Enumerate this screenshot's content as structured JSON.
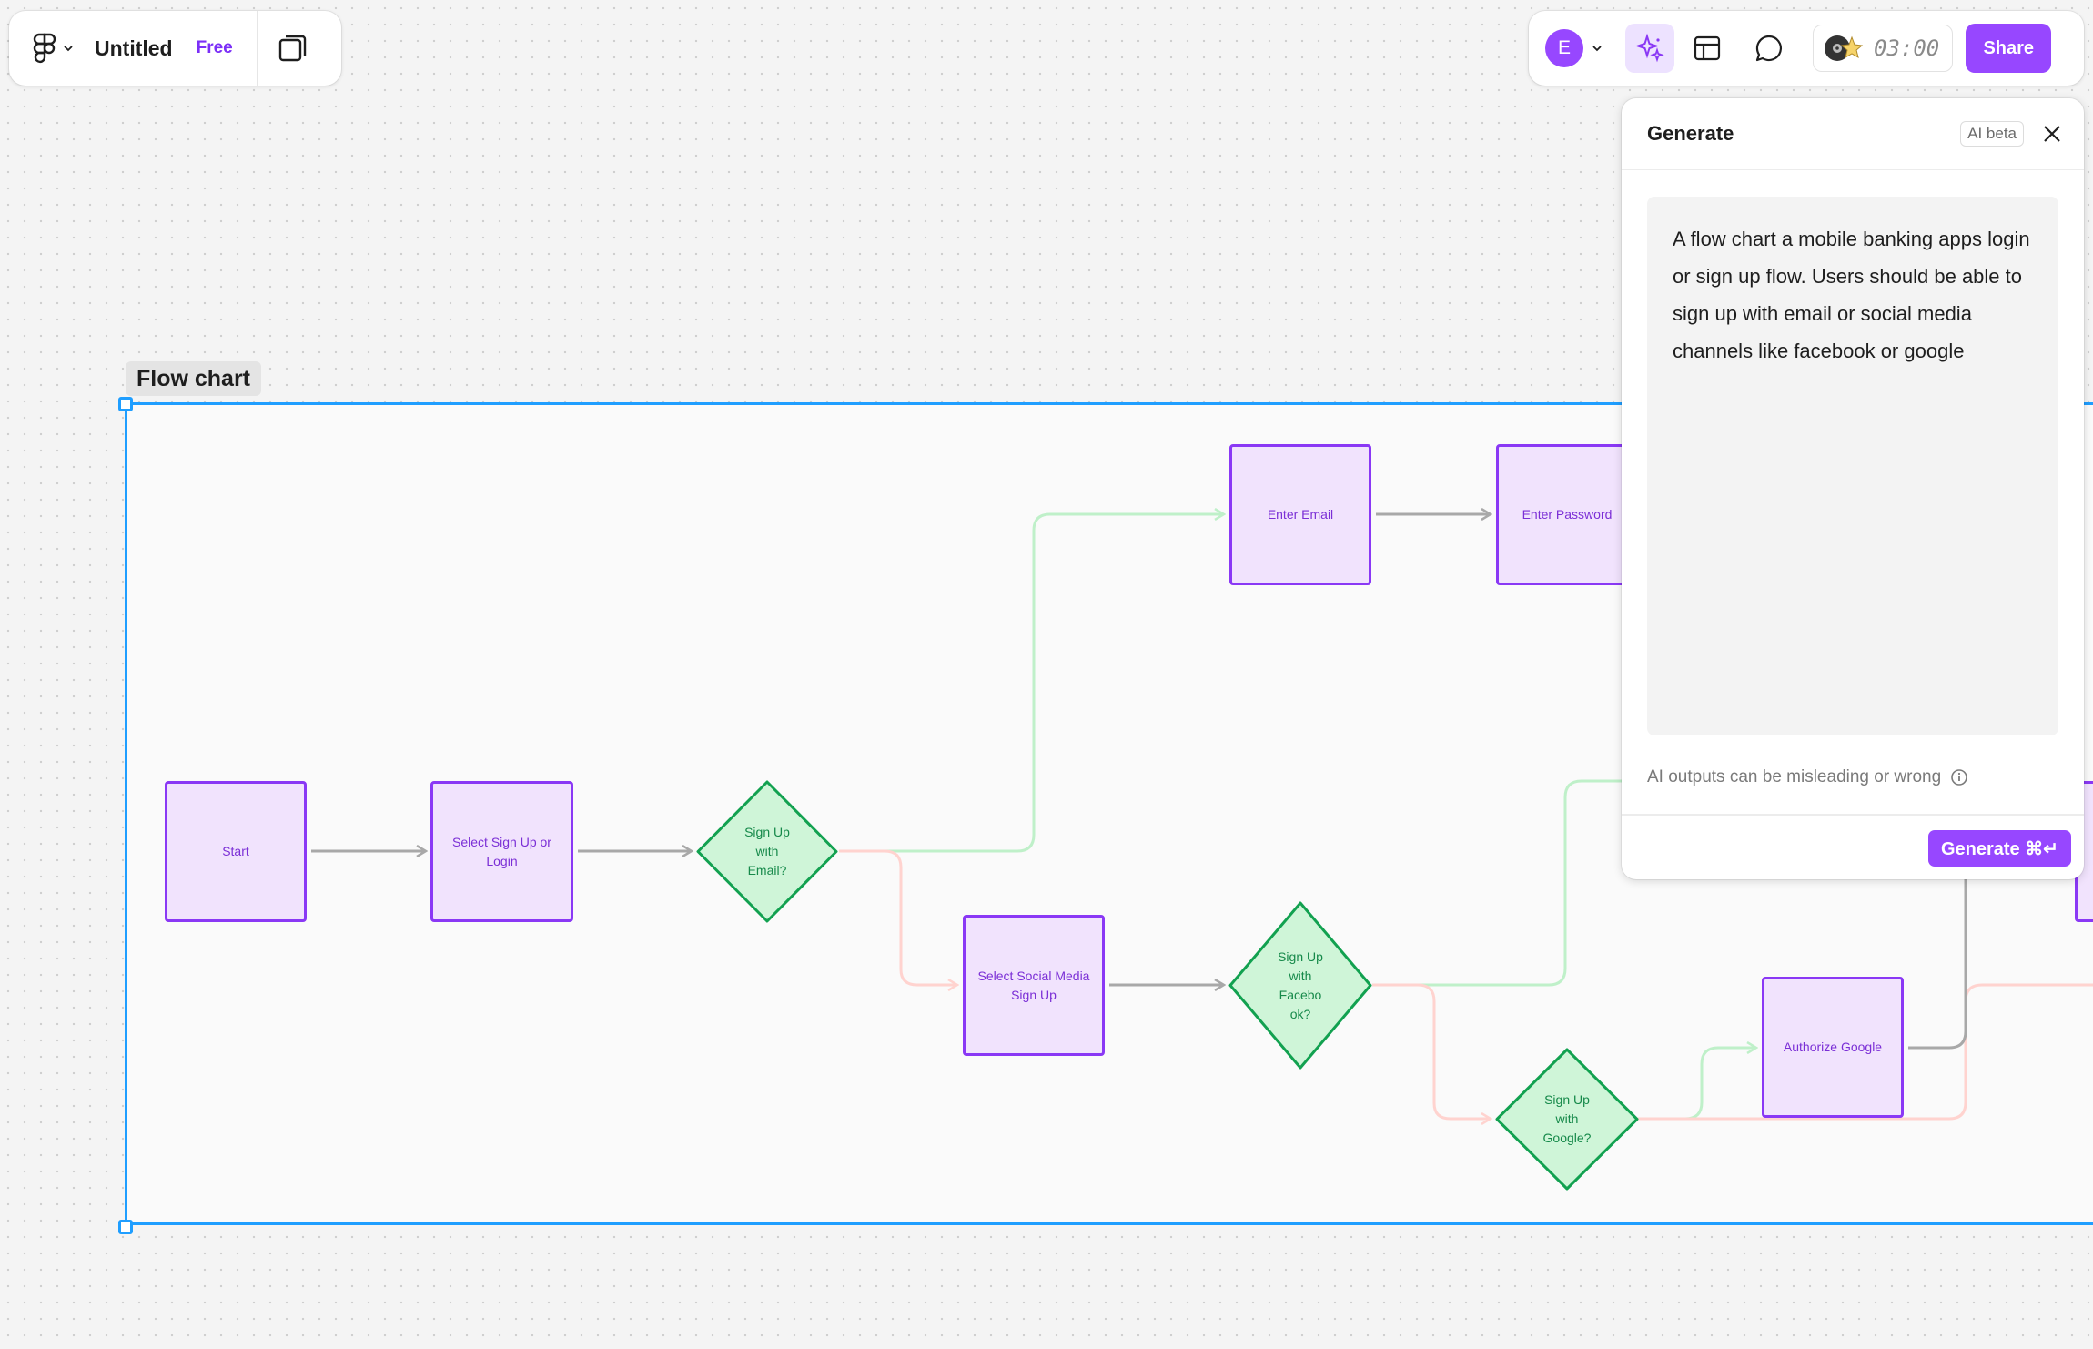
{
  "file": {
    "title": "Untitled",
    "plan_badge": "Free"
  },
  "header": {
    "avatar_initial": "E",
    "timer": "03:00",
    "share_label": "Share"
  },
  "frame": {
    "label": "Flow chart"
  },
  "nodes": {
    "start": "Start",
    "select_signup_login": "Select Sign Up or Login",
    "signup_email_q": "Sign Up with Email?",
    "enter_email": "Enter Email",
    "enter_password": "Enter Password",
    "select_social": "Select Social Media Sign Up",
    "signup_facebook_q": "Sign Up with Facebo ok?",
    "signup_google_q": "Sign Up with Google?",
    "authorize_google": "Authorize Google"
  },
  "panel": {
    "title": "Generate",
    "badge": "AI beta",
    "prompt": "A flow chart a mobile banking apps login or sign up flow. Users should be able to sign up with email or social media channels like facebook or google",
    "disclaimer": "AI outputs can be misleading or wrong",
    "generate_label": "Generate ⌘↵"
  },
  "colors": {
    "accent": "#9747ff",
    "selection": "#1f9eff",
    "node_fill": "#f1e3fd",
    "node_stroke": "#8a38f5",
    "decision_fill": "#cff5d8",
    "decision_stroke": "#12a150",
    "connector_gray": "#a8a8a8",
    "connector_yes": "#bff0c9",
    "connector_no": "#ffd3cf"
  }
}
